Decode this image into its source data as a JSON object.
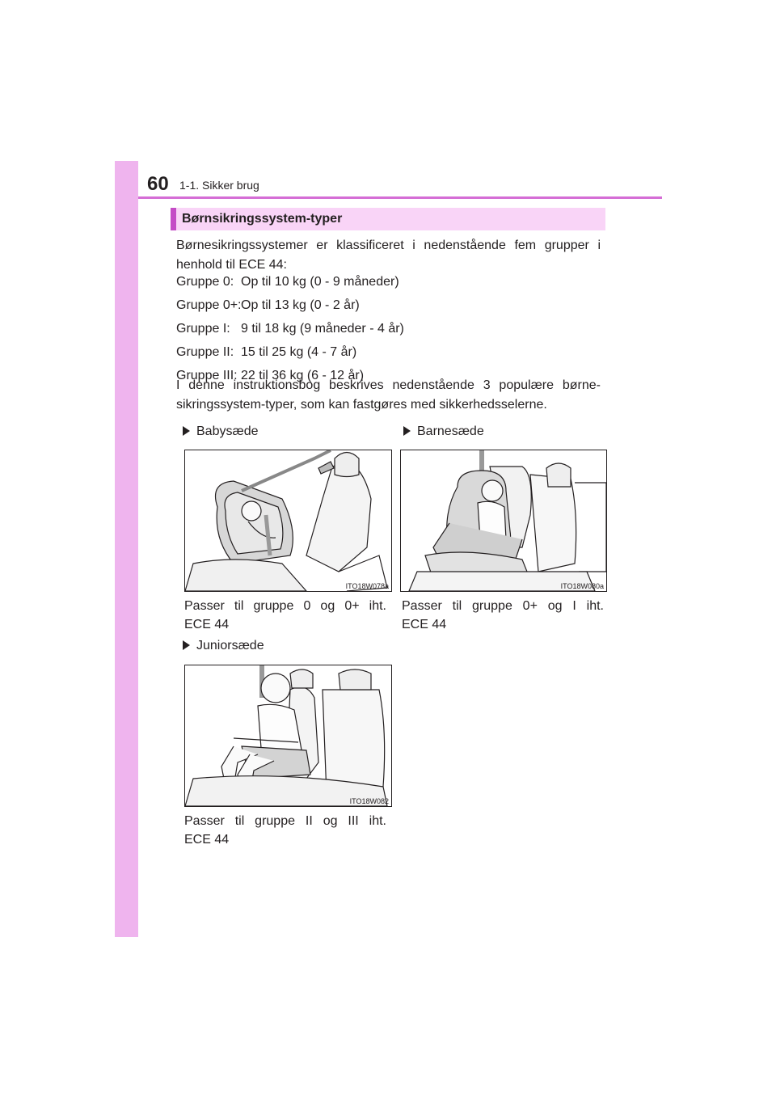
{
  "header": {
    "page_number": "60",
    "running_head": "1-1. Sikker brug"
  },
  "section": {
    "title": "Børnsikringssystem-typer",
    "intro": "Børnesikringssystemer er klassificeret i nedenstående fem grupper i henhold til ECE 44:",
    "groups": [
      {
        "name": "Gruppe 0:",
        "desc": "Op til 10 kg (0 - 9 måneder)"
      },
      {
        "name": "Gruppe 0+:",
        "desc": "Op til 13 kg (0 - 2 år)"
      },
      {
        "name": "Gruppe I:",
        "desc": "9 til 18 kg (9 måneder - 4 år)"
      },
      {
        "name": "Gruppe II:",
        "desc": "15 til 25 kg (4 - 7 år)"
      },
      {
        "name": "Gruppe III:",
        "desc": "22 til 36 kg (6 - 12 år)"
      }
    ],
    "outro": "I denne instruktionsbog beskrives nedenstående 3 populære børne-sikringssystem-typer, som kan fastgøres med sikkerhedsselerne."
  },
  "seat_types": [
    {
      "heading": "Babysæde",
      "image_code": "ITO18W078a",
      "caption_line1": "Passer til gruppe 0 og 0+ iht.",
      "caption_line2": "ECE 44"
    },
    {
      "heading": "Barnesæde",
      "image_code": "ITO18W080a",
      "caption_line1": "Passer til gruppe 0+ og I iht.",
      "caption_line2": "ECE 44"
    },
    {
      "heading": "Juniorsæde",
      "image_code": "ITO18W082",
      "caption_line1": "Passer til gruppe II og III iht.",
      "caption_line2": "ECE 44"
    }
  ]
}
